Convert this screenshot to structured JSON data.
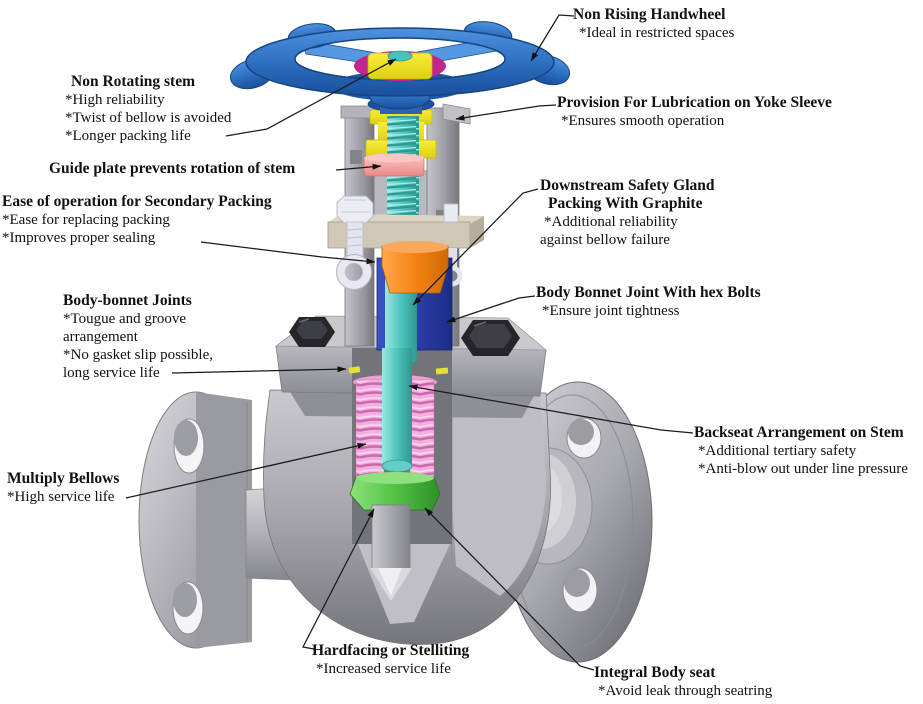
{
  "palette": {
    "background": "#ffffff",
    "line": "#1a1a1a",
    "text": "#111111",
    "body-gray": "#a7a7ad",
    "handwheel-blue": "#2e6fc0",
    "stem-cyan": "#4cc4bc",
    "bushing-yellow": "#f2e41c",
    "hub-magenta": "#c0268e",
    "guide-pink": "#f09c9a",
    "gland-orange": "#f58312",
    "packing-blue": "#2a3faa",
    "gland-plate-beige": "#cfc8b6",
    "bellows-pink": "#f4aede",
    "seat-green": "#52c344",
    "bolt-black": "#26262a",
    "gasket-yellow": "#e6e03a"
  },
  "callouts": [
    {
      "title": "Non Rising Handwheel",
      "lines": [
        "*Ideal in restricted spaces"
      ]
    },
    {
      "title": "Non Rotating stem",
      "lines": [
        "*High reliability",
        "*Twist of bellow is avoided",
        "*Longer packing life"
      ]
    },
    {
      "title": "Provision For Lubrication on Yoke Sleeve",
      "lines": [
        "*Ensures smooth operation"
      ]
    },
    {
      "title": "Guide plate prevents rotation of stem",
      "lines": []
    },
    {
      "title": "Ease of operation for Secondary Packing",
      "lines": [
        "*Ease for replacing packing",
        "*Improves proper sealing"
      ]
    },
    {
      "title": "Downstream Safety Gland",
      "title2": "Packing With Graphite",
      "lines": [
        "*Additional reliability",
        "against bellow failure"
      ]
    },
    {
      "title": "Body-bonnet Joints",
      "lines": [
        "*Tougue and groove",
        "arrangement",
        "*No gasket slip possible,",
        "long service life"
      ]
    },
    {
      "title": "Body Bonnet Joint With hex Bolts",
      "lines": [
        "*Ensure joint tightness"
      ]
    },
    {
      "title": "Backseat Arrangement on Stem",
      "lines": [
        "*Additional tertiary safety",
        "*Anti-blow out under line pressure"
      ]
    },
    {
      "title": "Multiply Bellows",
      "lines": [
        "*High service life"
      ]
    },
    {
      "title": "Hardfacing or Stelliting",
      "lines": [
        "*Increased service life"
      ]
    },
    {
      "title": "Integral Body seat",
      "lines": [
        "*Avoid leak through seatring"
      ]
    }
  ]
}
